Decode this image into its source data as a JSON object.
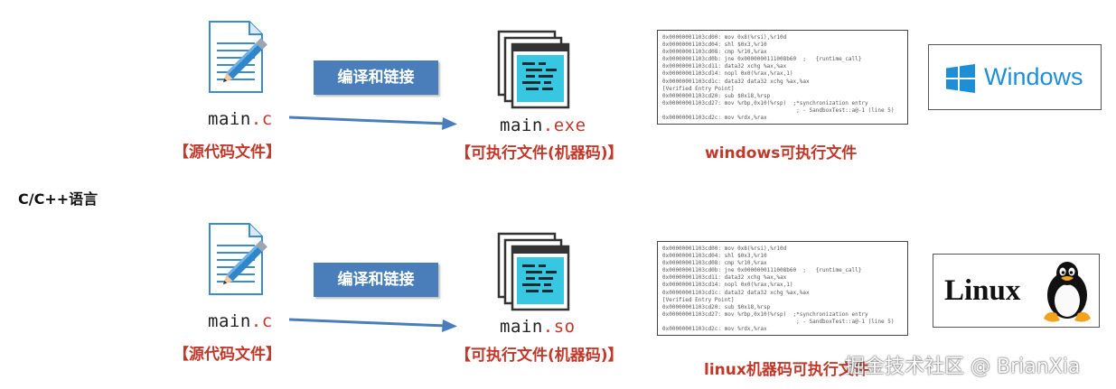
{
  "section_title": "C/C++语言",
  "rows": [
    {
      "source_file": {
        "name": "main",
        "ext": ".c"
      },
      "source_label": "【源代码文件】",
      "action_label": "编译和链接",
      "output_file": {
        "name": "main",
        "ext": ".exe"
      },
      "output_label": "【可执行文件(机器码)】",
      "platform_label": "windows可执行文件",
      "platform_logo": "Windows",
      "asm_lines": [
        "0x00000001103cd00: mov 0x8(%rsi),%r10d",
        "0x00000001103cd04: shl $0x3,%r10",
        "0x00000001103cd08: cmp %r10,%rax",
        "0x00000001103cd0b: jne 0x0000000111008b60  ;   {runtime_call}",
        "0x00000001103cd11: data32 xchg %ax,%ax",
        "0x00000001103cd14: nopl 0x0(%rax,%rax,1)",
        "0x00000001103cd1c: data32 data32 xchg %ax,%ax",
        "[Verified Entry Point]",
        "0x00000001103cd20: sub $0x18,%rsp",
        "0x00000001103cd27: mov %rbp,0x10(%rsp)  ;*synchronization entry",
        "                                         ; - SandboxTest::a@-1 (line 5)",
        "0x00000001103cd2c: mov %rdx,%rax"
      ]
    },
    {
      "source_file": {
        "name": "main",
        "ext": ".c"
      },
      "source_label": "【源代码文件】",
      "action_label": "编译和链接",
      "output_file": {
        "name": "main",
        "ext": ".so"
      },
      "output_label": "【可执行文件(机器码)】",
      "platform_label": "linux机器码可执行文件",
      "platform_logo": "Linux",
      "asm_lines": [
        "0x00000001103cd00: mov 0x8(%rsi),%r10d",
        "0x00000001103cd04: shl $0x3,%r10",
        "0x00000001103cd08: cmp %r10,%rax",
        "0x00000001103cd0b: jne 0x0000000111008b60  ;   {runtime_call}",
        "0x00000001103cd11: data32 xchg %ax,%ax",
        "0x00000001103cd14: nopl 0x0(%rax,%rax,1)",
        "0x00000001103cd1c: data32 data32 xchg %ax,%ax",
        "[Verified Entry Point]",
        "0x00000001103cd20: sub $0x18,%rsp",
        "0x00000001103cd27: mov %rbp,0x10(%rsp)  ;*synchronization entry",
        "                                         ; - SandboxTest::a@-1 (line 5)",
        "0x00000001103cd2c: mov %rdx,%rax"
      ]
    }
  ],
  "watermark": "掘金技术社区 @ BrianXia",
  "colors": {
    "label_red": "#c0392b",
    "button_blue": "#4a7ebb",
    "arrow_blue": "#4a7ebb",
    "windows_blue": "#1e8fd6"
  }
}
